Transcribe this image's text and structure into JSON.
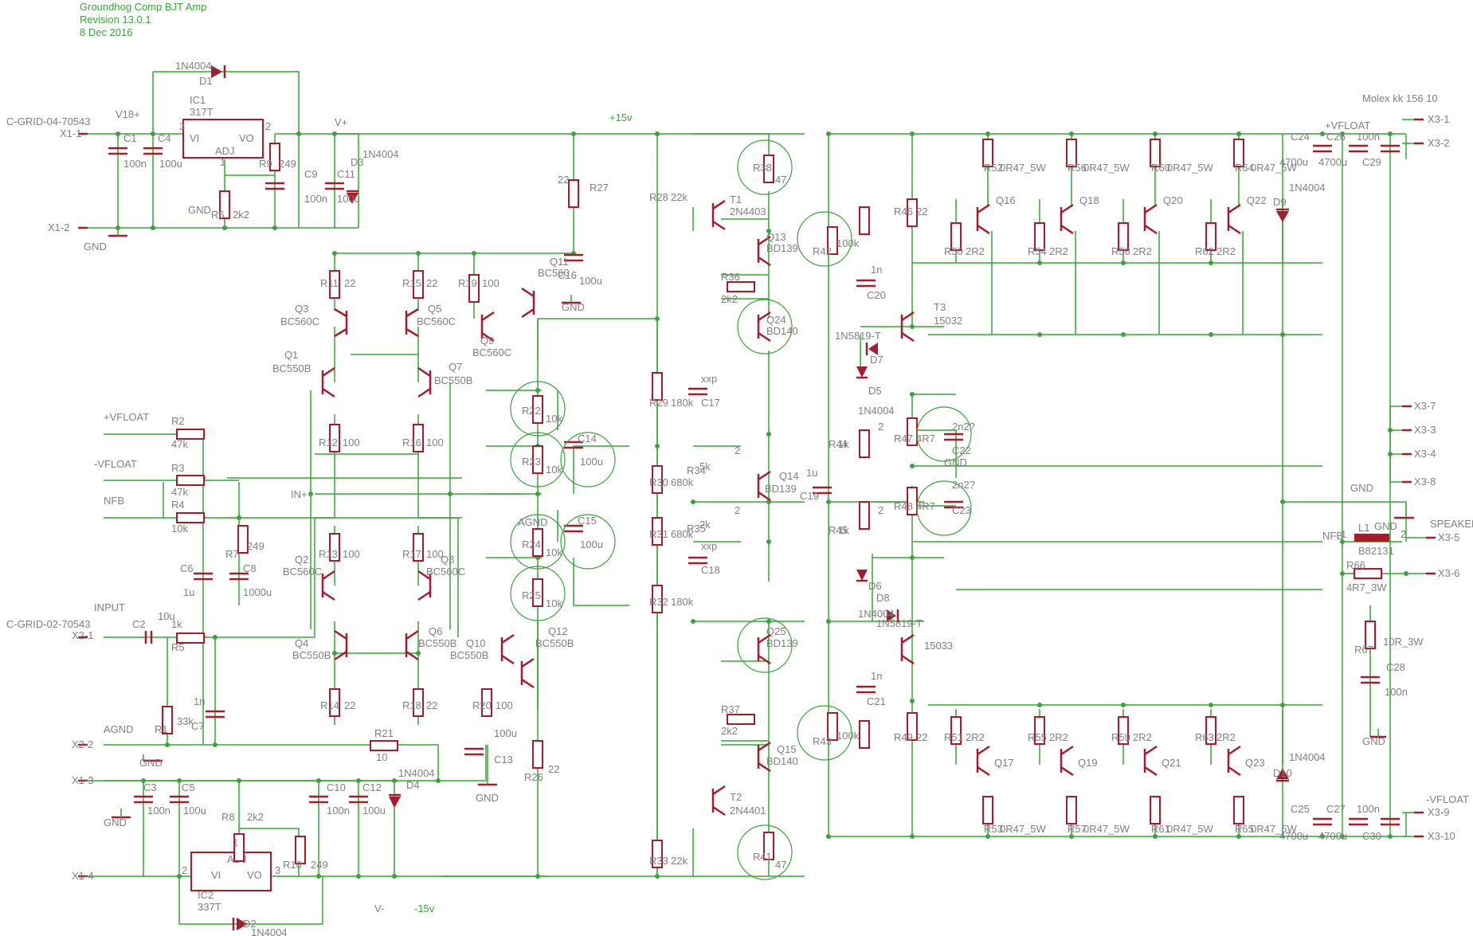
{
  "title_block": {
    "title": "Groundhog Comp BJT Amp",
    "revision": "Revision 13.0.1",
    "date": "8 Dec 2016"
  },
  "connectors": {
    "x1_name": "C-GRID-04-70543",
    "x2_name": "C-GRID-02-70543",
    "x3_name": "Molex kk 156 10",
    "x1_1": "X1-1",
    "x1_2": "X1-2",
    "x1_3": "X1-3",
    "x1_4": "X1-4",
    "x2_1": "X2-1",
    "x2_2": "X2-2",
    "x3_1": "X3-1",
    "x3_2": "X3-2",
    "x3_3": "X3-3",
    "x3_4": "X3-4",
    "x3_5": "X3-5",
    "x3_6": "X3-6",
    "x3_7": "X3-7",
    "x3_8": "X3-8",
    "x3_9": "X3-9",
    "x3_10": "X3-10"
  },
  "nets": {
    "v18p": "V18+",
    "vplus": "V+",
    "vminus": "V-",
    "p15": "+15v",
    "m15": "-15v",
    "gnd": "GND",
    "agnd": "AGND",
    "in_plus": "IN+",
    "vfloat_p": "+VFLOAT",
    "vfloat_m": "-VFLOAT",
    "nfb": "NFB",
    "input": "INPUT",
    "speaker": "SPEAKER"
  },
  "regulators": {
    "ic1": "IC1",
    "ic1_val": "317T",
    "ic2": "IC2",
    "ic2_val": "337T",
    "pin_vi": "VI",
    "pin_vo": "VO",
    "pin_adj": "ADJ",
    "pin1": "1",
    "pin2": "2",
    "pin3": "3"
  },
  "components": {
    "c1": "C1",
    "c1v": "100n",
    "c4": "C4",
    "c4v": "100u",
    "c9": "C9",
    "c9v": "100n",
    "c11": "C11",
    "c11v": "100u",
    "c3": "C3",
    "c3v": "100n",
    "c5": "C5",
    "c5v": "100u",
    "c10": "C10",
    "c10v": "100n",
    "c12": "C12",
    "c12v": "100u",
    "r9": "R9",
    "r9v": "249",
    "r6": "R6",
    "r6v": "2k2",
    "r8": "R8",
    "r8v": "2k2",
    "r10": "R10",
    "r10v": "249",
    "d1": "D1",
    "d2": "D2",
    "d3": "D3",
    "d4": "D4",
    "dv": "1N4004",
    "r27": "R27",
    "r27v": "22",
    "r28": "R28",
    "r28v": "22k",
    "r11": "R11",
    "r11v": "22",
    "r15": "R15",
    "r15v": "22",
    "r19": "R19",
    "r19v": "100",
    "c16": "C16",
    "c16v": "100u",
    "q3": "Q3",
    "q5": "Q5",
    "q9": "Q9",
    "q11": "Q11",
    "q2": "Q2",
    "q8": "Q8",
    "bc560c": "BC560C",
    "bc560": "BC560",
    "q1": "Q1",
    "q7": "Q7",
    "q4": "Q4",
    "q6": "Q6",
    "q10": "Q10",
    "q12": "Q12",
    "bc550b": "BC550B",
    "r12": "R12",
    "r12v": "100",
    "r16": "R16",
    "r16v": "100",
    "r13": "R13",
    "r13v": "100",
    "r17": "R17",
    "r17v": "100",
    "r14": "R14",
    "r14v": "22",
    "r18": "R18",
    "r18v": "22",
    "r20": "R20",
    "r20v": "100",
    "r26": "R26",
    "r26v": "22",
    "c13": "C13",
    "c13v": "100u",
    "r22": "R22",
    "r23": "R23",
    "r24": "R24",
    "r25": "R25",
    "r10kv": "10k",
    "c14": "C14",
    "c14v": "100u",
    "c15": "C15",
    "c15v": "100u",
    "r2": "R2",
    "r2v": "47k",
    "r3": "R3",
    "r3v": "47k",
    "r4": "R4",
    "r4v": "10k",
    "r7": "R7",
    "r7v": "249",
    "c6": "C6",
    "c6v": "1u",
    "c8": "C8",
    "c8v": "1000u",
    "c2": "C2",
    "c2v": "10u",
    "r5": "R5",
    "r5v": "1k",
    "r1": "R1",
    "r1v": "33k",
    "c7": "C7",
    "c7v": "1n",
    "r21": "R21",
    "r21v": "10",
    "r29": "R29",
    "r29v": "180k",
    "r30": "R30",
    "r30v": "680k",
    "r31": "R31",
    "r31v": "680k",
    "r32": "R32",
    "r32v": "180k",
    "r33": "R33",
    "r33v": "22k",
    "c17": "C17",
    "c18": "C18",
    "xxp": "xxp",
    "r34": "R34",
    "r34v": "5k",
    "r35": "R35",
    "r35v": "2k",
    "q14": "Q14",
    "bd139": "BD139",
    "bd140": "BD140",
    "t1": "T1",
    "t1v": "2N4403",
    "t2": "T2",
    "t2v": "2N4401",
    "q13": "Q13",
    "q24": "Q24",
    "q25": "Q25",
    "q15": "Q15",
    "r36": "R36",
    "r36v": "2k2",
    "r37": "R37",
    "r37v": "2k2",
    "r38": "R38",
    "r38v": "47",
    "r41": "R41",
    "r41v": "47",
    "r42": "R42",
    "r42v": "100k",
    "r43": "R43",
    "r43v": "100k",
    "c19": "C19",
    "c19v": "1u",
    "r44": "R44",
    "r45": "R45",
    "r1kv": "1k",
    "c20": "C20",
    "c20v": "1n",
    "c21": "C21",
    "c21v": "1n",
    "t3": "T3",
    "t3v": "15032",
    "t4v": "15033",
    "d7": "D7",
    "d8": "D8",
    "d1n5819": "1N5819-T",
    "d5": "D5",
    "d6": "D6",
    "r46": "R46",
    "r46v": "22",
    "r49": "R49",
    "r49v": "22",
    "r47": "R47",
    "r47v": "4R7",
    "r48": "R48",
    "r48v": "4R7",
    "c22": "C22",
    "c22v": "2n2?",
    "c23": "C23",
    "c23v": "2n2?",
    "r50": "R50",
    "r54": "R54",
    "r58": "R58",
    "r62": "R62",
    "r51": "R51",
    "r55": "R55",
    "r59": "R59",
    "r63": "R63",
    "r2r2v": "2R2",
    "r52": "R52",
    "r56": "R56",
    "r60": "R60",
    "r64": "R64",
    "r53": "R53",
    "r57": "R57",
    "r61": "R61",
    "r65": "R65",
    "r0r47v": "0R47_5W",
    "q16": "Q16",
    "q18": "Q18",
    "q20": "Q20",
    "q22": "Q22",
    "q17": "Q17",
    "q19": "Q19",
    "q21": "Q21",
    "q23": "Q23",
    "d9": "D9",
    "d10": "D10",
    "c24": "C24",
    "c25": "C25",
    "c26": "C26",
    "c27": "C27",
    "c4700v": "4700u",
    "c29": "C29",
    "c30": "C30",
    "c100nv": "100n",
    "l1": "L1",
    "l1v": "B82131",
    "r66": "R66",
    "r66v": "4R7_3W",
    "r67": "R67",
    "r67v": "10R_3W",
    "c28": "C28",
    "c28v": "100n",
    "p1": "1",
    "p2": "2",
    "p3": "3"
  }
}
